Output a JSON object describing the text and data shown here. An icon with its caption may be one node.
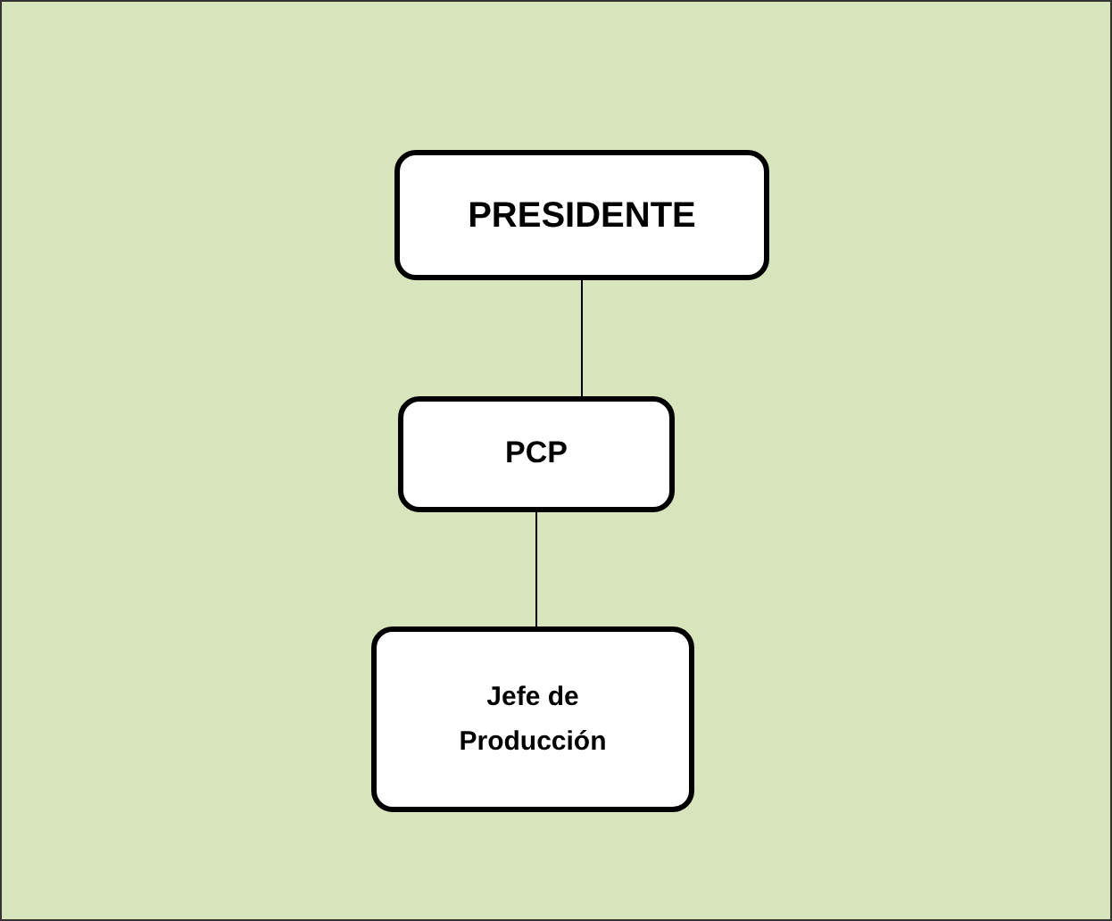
{
  "diagram": {
    "nodes": [
      {
        "text": [
          "PRESIDENTE"
        ]
      },
      {
        "text": [
          "PCP"
        ]
      },
      {
        "text": [
          "Jefe de Producción"
        ]
      }
    ],
    "edges": [
      {
        "from": 0,
        "to": 1,
        "arrow": "none"
      },
      {
        "from": 1,
        "to": 2,
        "arrow": "none"
      }
    ]
  }
}
